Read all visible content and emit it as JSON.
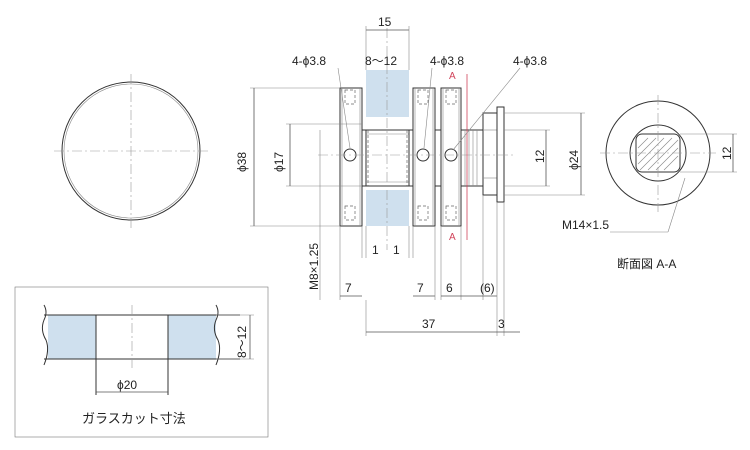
{
  "colors": {
    "glass": "#cfe0ee",
    "section_marker": "#d0435a",
    "line": "#333333"
  },
  "top": {
    "width_15": "15",
    "glass_thickness": "8～12",
    "hole_left": "4-ϕ3.8",
    "hole_mid": "4-ϕ3.8",
    "hole_right": "4-ϕ3.8",
    "dia_38": "ϕ38",
    "dia_17": "ϕ17",
    "dia_24": "ϕ24",
    "dim_12_mid": "12",
    "dim_12_right": "12",
    "thread_m8": "M8×1.25",
    "thread_m14": "M14×1.5",
    "dim_1a": "1",
    "dim_1b": "1",
    "dim_7a": "7",
    "dim_7b": "7",
    "dim_6": "6",
    "dim_paren6": "(6)",
    "dim_37": "37",
    "dim_3": "3",
    "section_a_top": "A",
    "section_a_bottom": "A",
    "section_label": "断面図 A-A"
  },
  "inset": {
    "dia_20": "ϕ20",
    "thickness": "8～12",
    "caption": "ガラスカット寸法"
  }
}
